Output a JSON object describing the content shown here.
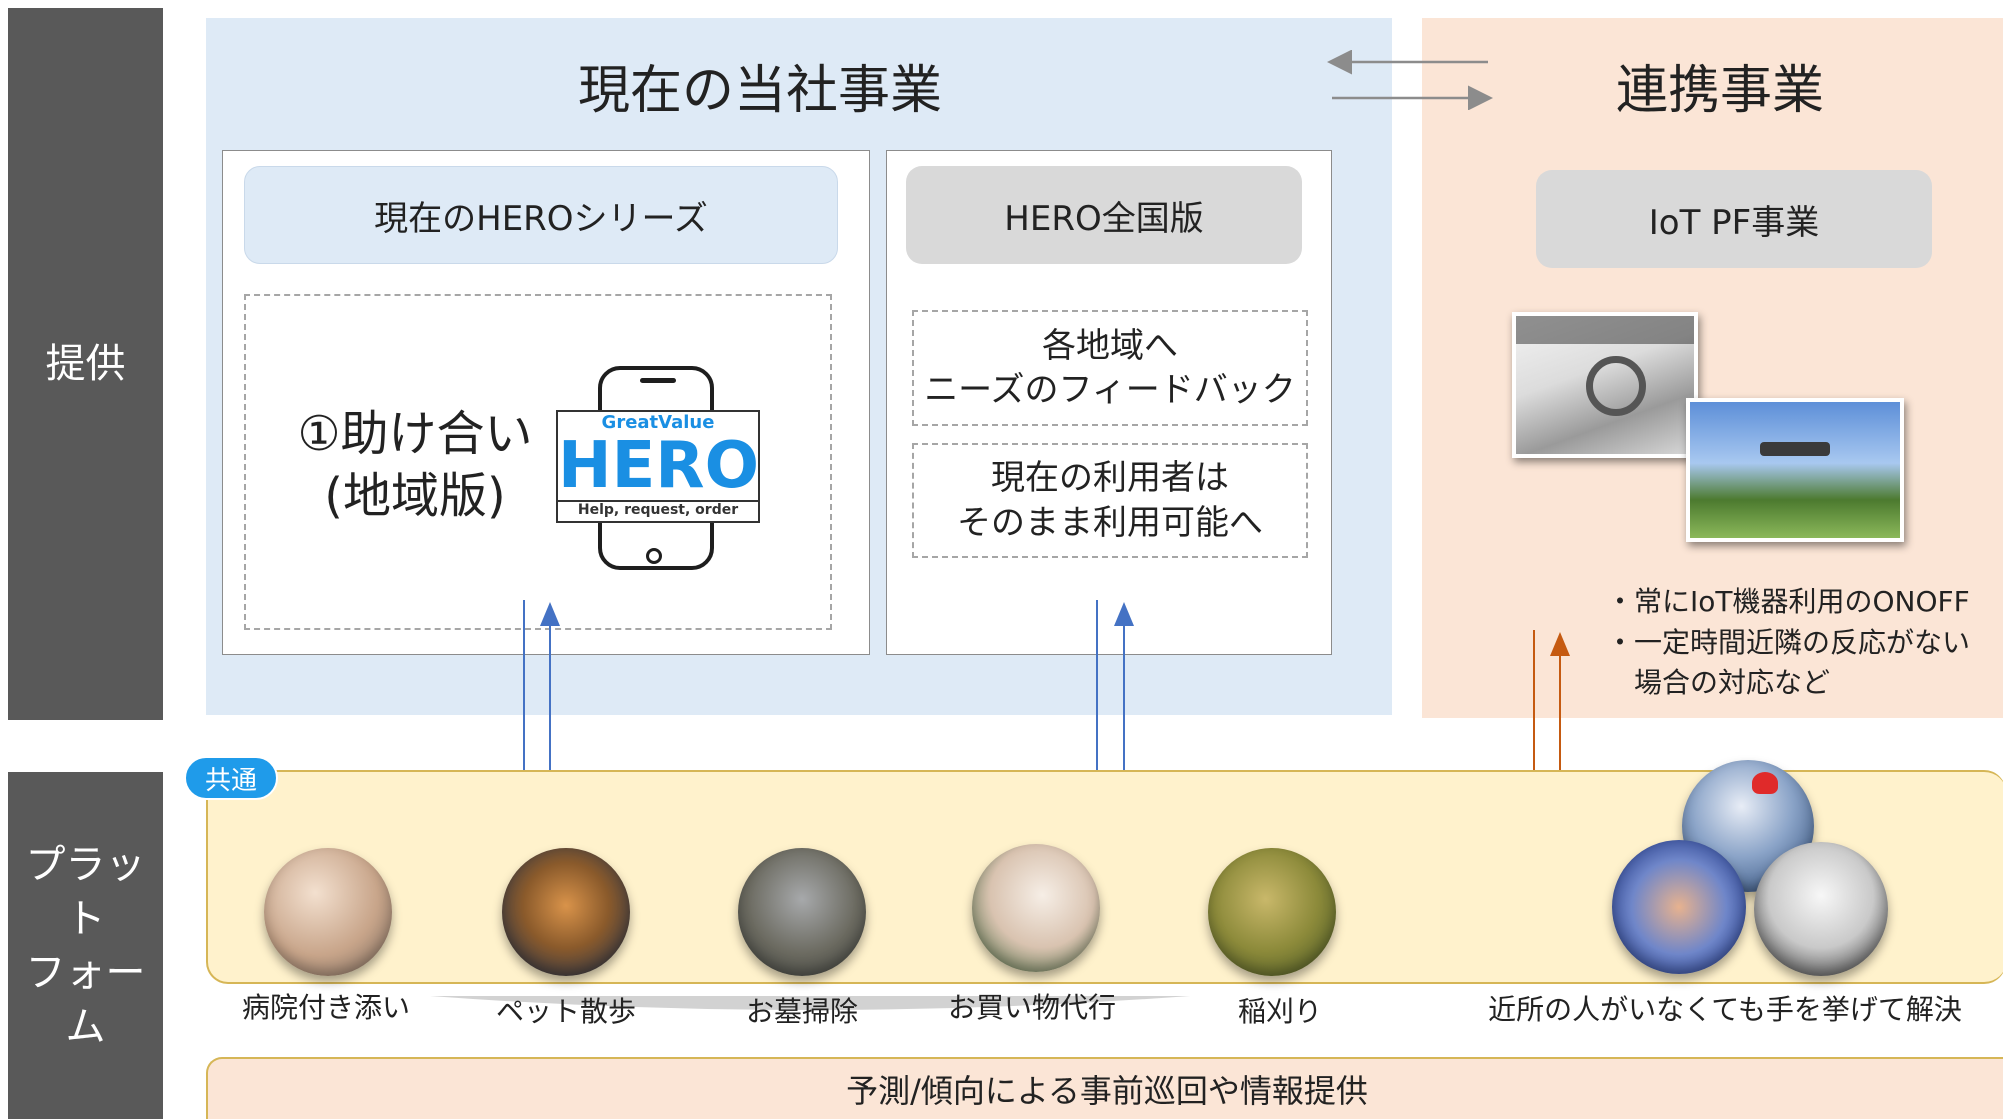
{
  "sidebar": {
    "provide_label": "提供",
    "platform_label": "プラット\nフォーム"
  },
  "current_business": {
    "title": "現在の当社事業",
    "hero_series": {
      "label": "現在のHEROシリーズ",
      "mutual_aid": "①助け合い\n(地域版)",
      "logo": {
        "top": "GreatValue",
        "main": "HERO",
        "tagline": "Help, request, order"
      }
    },
    "hero_national": {
      "label": "HERO全国版",
      "note1": "各地域へ\nニーズのフィードバック",
      "note2": "現在の利用者は\nそのまま利用可能へ"
    }
  },
  "partner_business": {
    "title": "連携事業",
    "iot_label": "IoT PF事業",
    "bullets": [
      "・常にIoT機器利用のONOFF",
      "・一定時間近隣の反応がない",
      "　場合の対応など"
    ]
  },
  "platform": {
    "common_badge": "共通",
    "services": [
      {
        "label": "病院付き添い",
        "icon": "hospital-escort-photo"
      },
      {
        "label": "ペット散歩",
        "icon": "dog-walk-photo"
      },
      {
        "label": "お墓掃除",
        "icon": "grave-cleaning-photo"
      },
      {
        "label": "お買い物代行",
        "icon": "shopping-proxy-photo"
      },
      {
        "label": "稲刈り",
        "icon": "rice-harvest-photo"
      }
    ],
    "raise_hand": "近所の人がいなくても手を挙げて解決"
  },
  "bottom_bar": "予測/傾向による事前巡回や情報提供",
  "colors": {
    "sidebar": "#595959",
    "blue_region": "#deeaf6",
    "peach_region": "#fbe5d6",
    "platform_band": "#fff2cc",
    "blue_arrow": "#4472c4",
    "orange_arrow": "#c55a11",
    "badge": "#1f9bea",
    "hero_blue": "#1a8fe3",
    "hero_red": "#e03a2a"
  }
}
